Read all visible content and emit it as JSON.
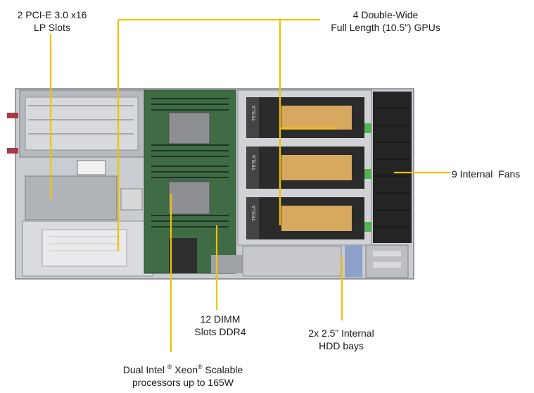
{
  "labels": {
    "pcie": {
      "line1": "2 PCI-E 3.0 x16",
      "line2": "LP Slots"
    },
    "gpus": {
      "line1": "4 Double-Wide",
      "line2": "Full Length (10.5”) GPUs"
    },
    "fans": {
      "line1": "9 Internal  Fans"
    },
    "dimm": {
      "line1": "12 DIMM",
      "line2": "Slots DDR4"
    },
    "hdd": {
      "line1": "2x 2.5” Internal",
      "line2": "HDD bays"
    },
    "cpu": {
      "line1_a": "Dual Intel ",
      "line1_reg1": "®",
      "line1_b": " Xeon",
      "line1_reg2": "®",
      "line1_c": " Scalable",
      "line2": "processors up to 165W"
    }
  },
  "gpu_badge_text": "TESLA",
  "colors": {
    "callout_line": "#f2c200",
    "chassis": "#b9bcc0",
    "motherboard": "#3f6b45",
    "gpu_body": "#2b2b2b",
    "gpu_accent": "#d6a860"
  }
}
